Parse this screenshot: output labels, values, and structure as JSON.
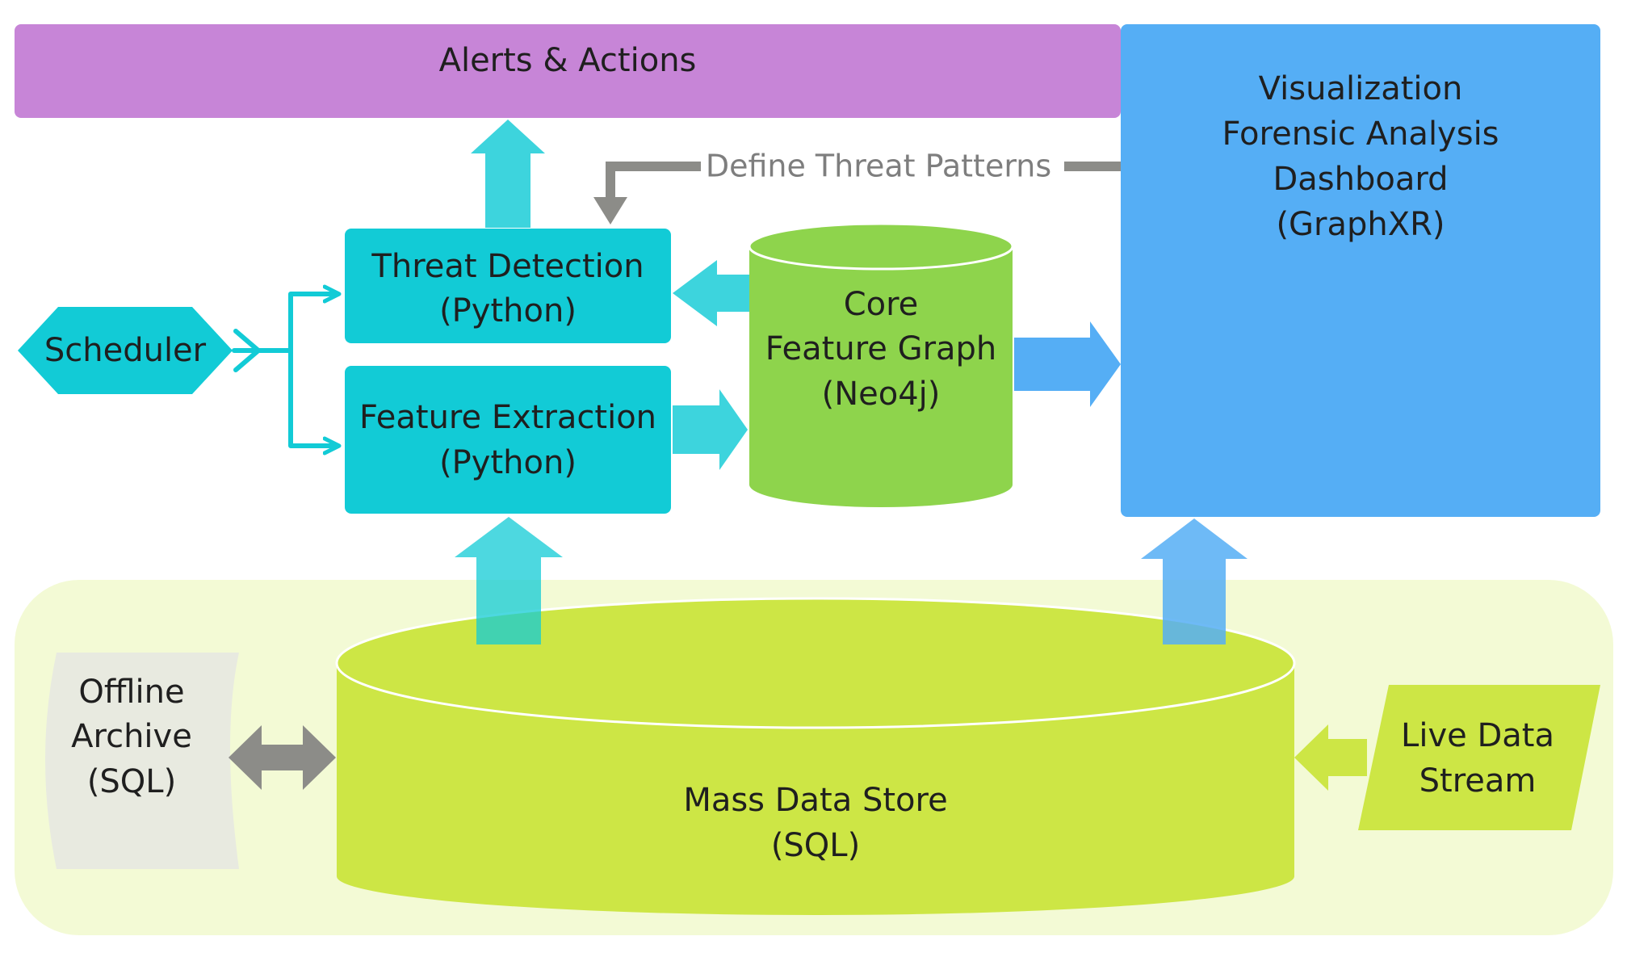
{
  "colors": {
    "alerts": "#C785D7",
    "visualization": "#55AEF5",
    "python_block": "#12CBD6",
    "python_arrow": "#3DD4DD",
    "neo4j": "#8ED44C",
    "sql_store": "#CDE645",
    "region_bg": "#F3FAD5",
    "archive": "#E8EAE0",
    "gray_arrow": "#8C8C88",
    "label_gray": "#7E7E7E",
    "text": "#1f1f1f"
  },
  "nodes": {
    "alerts": {
      "label": "Alerts & Actions"
    },
    "visualization": {
      "lines": [
        "Visualization",
        "Forensic Analysis",
        "Dashboard",
        "(GraphXR)"
      ]
    },
    "threat_detection": {
      "lines": [
        "Threat Detection",
        "(Python)"
      ]
    },
    "feature_extraction": {
      "lines": [
        "Feature Extraction",
        "(Python)"
      ]
    },
    "core_graph": {
      "lines": [
        "Core",
        "Feature Graph",
        "(Neo4j)"
      ]
    },
    "scheduler": {
      "label": "Scheduler"
    },
    "offline_archive": {
      "lines": [
        "Offline",
        "Archive",
        "(SQL)"
      ]
    },
    "mass_data_store": {
      "lines": [
        "Mass Data Store",
        "(SQL)"
      ]
    },
    "live_data_stream": {
      "lines": [
        "Live Data",
        "Stream"
      ]
    }
  },
  "edges": {
    "define_threat_patterns": {
      "label": "Define Threat Patterns"
    }
  }
}
